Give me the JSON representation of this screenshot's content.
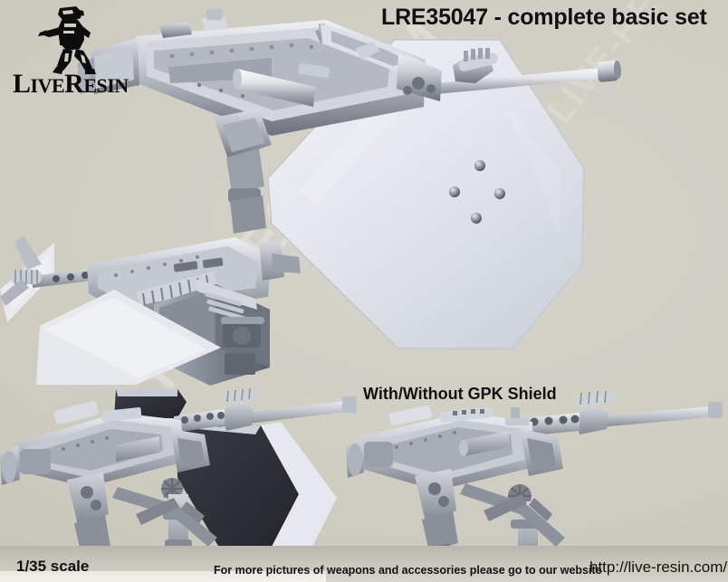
{
  "product": {
    "title": "LRE35047 - complete basic set",
    "scale": "1/35 scale",
    "shield_caption": "With/Without GPK Shield"
  },
  "brand": {
    "name_part1": "L",
    "name_part2": "IVE",
    "name_part3": "R",
    "name_part4": "ESIN",
    "figure_icon": "soldier-figure-icon",
    "watermark": "LIVE-RESIN.COM",
    "watermark_faint": "LIVE-RESIN"
  },
  "footer": {
    "note": "For more pictures of weapons and accessories please go to our website",
    "url": "http://live-resin.com/"
  },
  "colors": {
    "background": "#d1cfc4",
    "text": "#111111",
    "model_light": "#e8e9ee",
    "model_mid": "#b9bcc6",
    "model_dark": "#6f7480",
    "model_shadow": "#4a4e58",
    "shield_face": "#dfe2ea",
    "shield_edge": "#2f3238"
  },
  "views": [
    {
      "name": "main-gun-with-shield",
      "position": "top"
    },
    {
      "name": "gun-with-ammo-can",
      "position": "middle-left"
    },
    {
      "name": "gun-on-tripod-with-shield",
      "position": "bottom-left"
    },
    {
      "name": "gun-on-tripod-no-shield",
      "position": "bottom-right"
    }
  ]
}
